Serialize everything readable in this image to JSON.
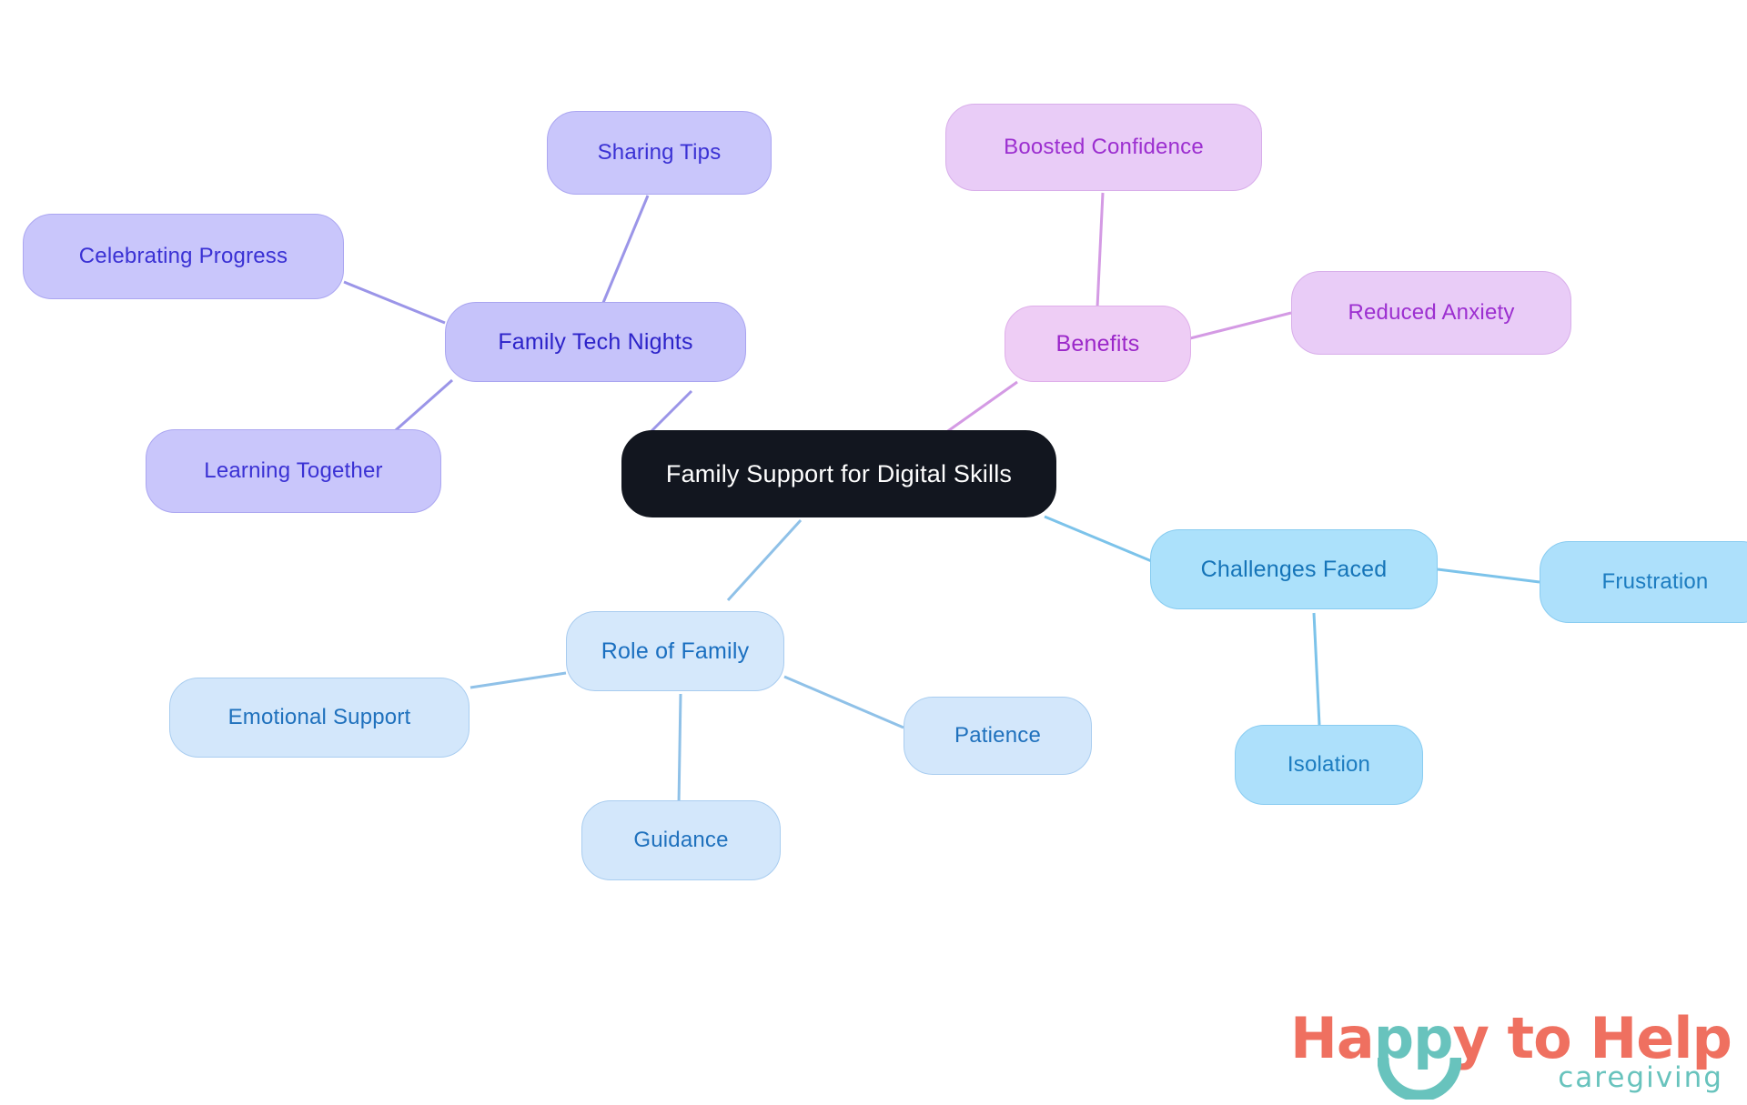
{
  "diagram": {
    "type": "mindmap",
    "title": "Family Support for Digital Skills",
    "background_color": "#ffffff",
    "root": {
      "id": "root",
      "label": "Family Support for Digital Skills",
      "fill": "#12161f",
      "text_color": "#ffffff"
    },
    "branches": [
      {
        "id": "family-tech-nights",
        "label": "Family Tech Nights",
        "fill": "#c6c3fa",
        "text_color": "#2c23c9",
        "edge_color": "#9b95e8",
        "children": [
          {
            "id": "sharing-tips",
            "label": "Sharing Tips"
          },
          {
            "id": "celebrating-progress",
            "label": "Celebrating Progress"
          },
          {
            "id": "learning-together",
            "label": "Learning Together"
          }
        ]
      },
      {
        "id": "benefits",
        "label": "Benefits",
        "fill": "#eecdf5",
        "text_color": "#9b27c9",
        "edge_color": "#d49ae4",
        "children": [
          {
            "id": "boosted-confidence",
            "label": "Boosted Confidence"
          },
          {
            "id": "reduced-anxiety",
            "label": "Reduced Anxiety"
          }
        ]
      },
      {
        "id": "challenges-faced",
        "label": "Challenges Faced",
        "fill": "#ace1fb",
        "text_color": "#1574b8",
        "edge_color": "#7cc3ea",
        "children": [
          {
            "id": "frustration",
            "label": "Frustration"
          },
          {
            "id": "isolation",
            "label": "Isolation"
          }
        ]
      },
      {
        "id": "role-of-family",
        "label": "Role of Family",
        "fill": "#d5e8fb",
        "text_color": "#1a6fc0",
        "edge_color": "#8fc1e8",
        "children": [
          {
            "id": "emotional-support",
            "label": "Emotional Support"
          },
          {
            "id": "patience",
            "label": "Patience"
          },
          {
            "id": "guidance",
            "label": "Guidance"
          }
        ]
      }
    ]
  },
  "nodes": {
    "root": "Family Support for Digital Skills",
    "sharing_tips": "Sharing Tips",
    "celebrating_progress": "Celebrating Progress",
    "family_tech_nights": "Family Tech Nights",
    "learning_together": "Learning Together",
    "boosted_confidence": "Boosted Confidence",
    "benefits": "Benefits",
    "reduced_anxiety": "Reduced Anxiety",
    "challenges_faced": "Challenges Faced",
    "frustration": "Frustration",
    "isolation": "Isolation",
    "role_of_family": "Role of Family",
    "emotional_support": "Emotional Support",
    "patience": "Patience",
    "guidance": "Guidance"
  },
  "logo": {
    "happy": "Ha",
    "pp": "pp",
    "y_to_help": "y to Help",
    "tagline": "caregiving",
    "primary_color": "#ef7060",
    "accent_color": "#68c3bd"
  }
}
